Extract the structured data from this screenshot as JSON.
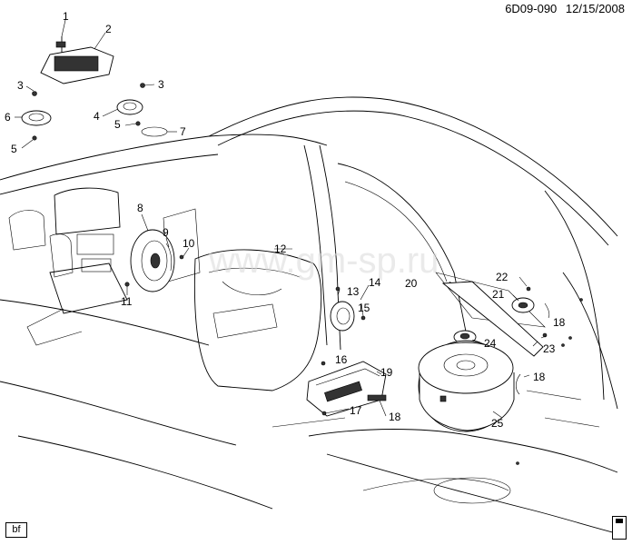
{
  "header": {
    "code": "6D09-090",
    "date": "12/15/2008"
  },
  "footer_tag": "bf",
  "watermark": "www.gm-sp.ru",
  "callouts": [
    "1",
    "2",
    "3",
    "3",
    "6",
    "4",
    "5",
    "5",
    "7",
    "8",
    "9",
    "10",
    "11",
    "12",
    "13",
    "14",
    "15",
    "16",
    "17",
    "18",
    "18",
    "18",
    "19",
    "20",
    "21",
    "22",
    "23",
    "24",
    "25"
  ]
}
